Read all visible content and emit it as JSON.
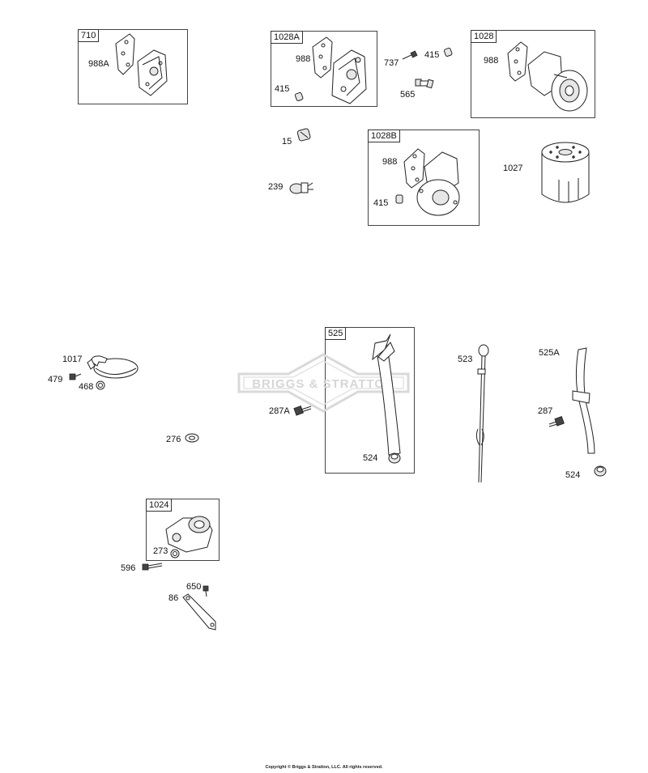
{
  "brand": {
    "watermark_text": "BRIGGS & STRATTON",
    "watermark_color": "#d6d6d6"
  },
  "boxes": {
    "b710": "710",
    "b1028A": "1028A",
    "b1028": "1028",
    "b1028B": "1028B",
    "b525": "525",
    "b1024": "1024"
  },
  "labels": {
    "l988A": "988A",
    "l988_a": "988",
    "l415_a": "415",
    "l737": "737",
    "l415_b": "415",
    "l565": "565",
    "l988_b": "988",
    "l15": "15",
    "l239": "239",
    "l988_c": "988",
    "l415_c": "415",
    "l1027": "1027",
    "l1017": "1017",
    "l479": "479",
    "l468": "468",
    "l276": "276",
    "l287A": "287A",
    "l524_a": "524",
    "l523": "523",
    "l525A": "525A",
    "l287": "287",
    "l524_b": "524",
    "l273": "273",
    "l596": "596",
    "l650": "650",
    "l86": "86"
  },
  "footer": {
    "copyright": "Copyright © Briggs & Stratton, LLC. All rights reserved."
  }
}
